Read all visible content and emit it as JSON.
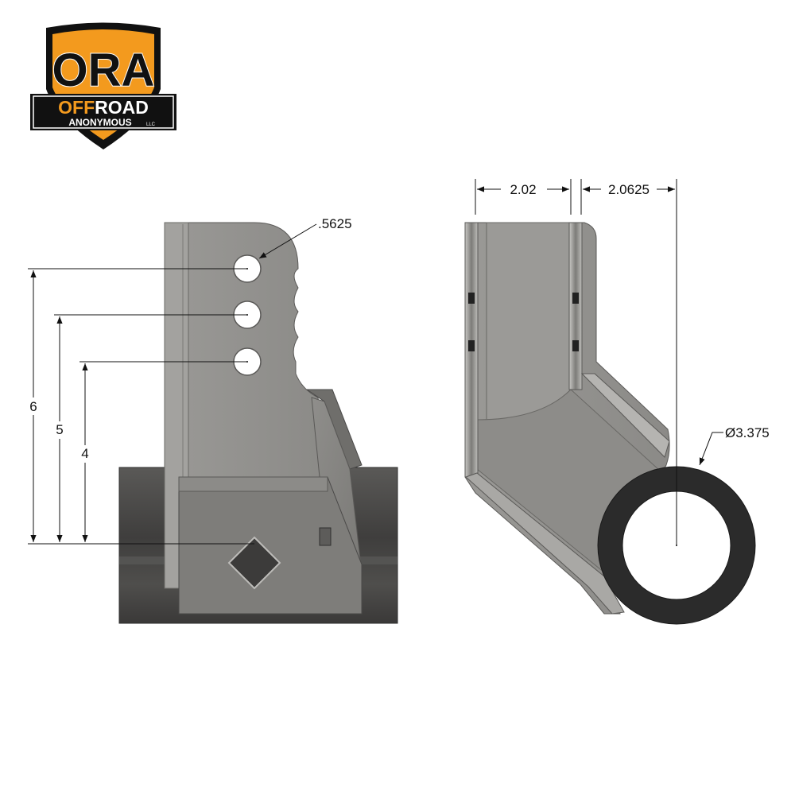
{
  "logo": {
    "brand": "ORA",
    "line1_accent": "OFF",
    "line1_rest": "ROAD",
    "line2": "ANONYMOUS",
    "suffix": "LLC",
    "colors": {
      "orange": "#f39a1e",
      "black": "#111111",
      "white": "#ffffff"
    }
  },
  "dimensions": {
    "hole_diameter": ".5625",
    "height_top_hole": "6",
    "height_middle_hole": "5",
    "height_bottom_hole": "4",
    "width_left": "2.02",
    "width_right": "2.0625",
    "tube_diameter": "Ø3.375"
  },
  "colors": {
    "plate_light": "#9c9b98",
    "plate_mid": "#8a8986",
    "plate_dark": "#6e6d6a",
    "tube_dark": "#454443",
    "ring": "#2b2b2b",
    "line": "#111111"
  }
}
